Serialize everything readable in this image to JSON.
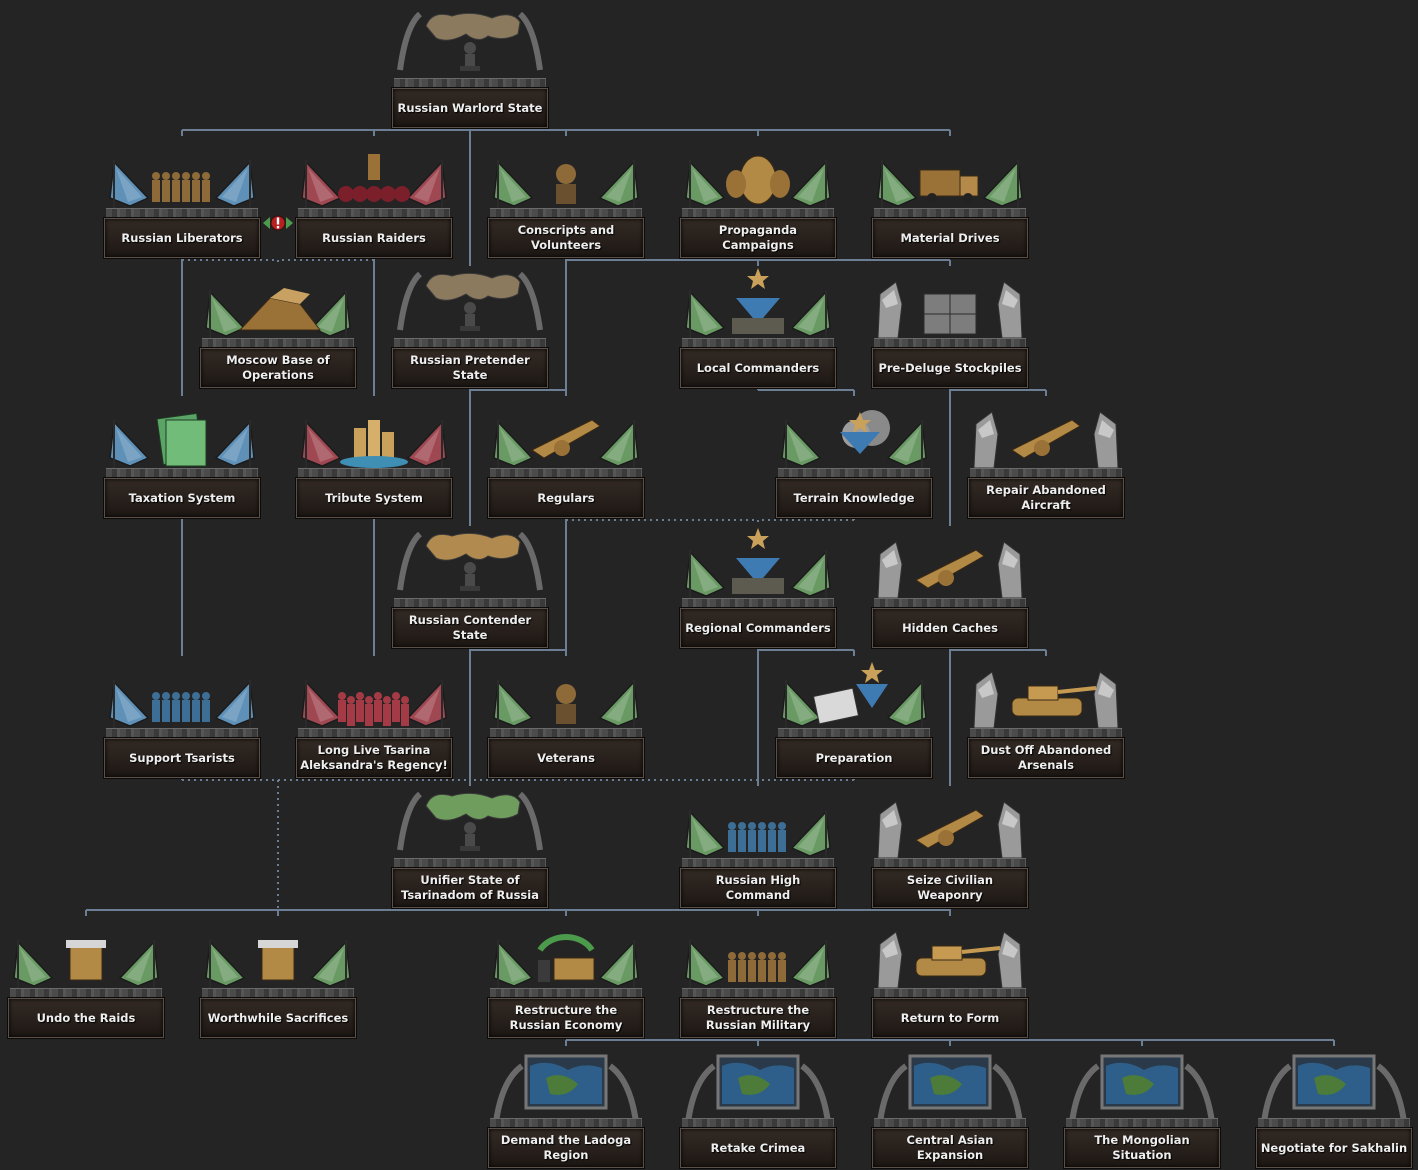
{
  "focus_tree": {
    "nodes": [
      {
        "id": "warlord",
        "label": "Russian Warlord State",
        "icon": "russia-map-sepia-icon"
      },
      {
        "id": "liberators",
        "label": "Russian Liberators",
        "icon": "soldiers-saluting-icon"
      },
      {
        "id": "raiders",
        "label": "Russian Raiders",
        "icon": "raider-skulls-icon"
      },
      {
        "id": "conscripts",
        "label": "Conscripts and Volunteers",
        "icon": "conscript-soldier-icon"
      },
      {
        "id": "propaganda",
        "label": "Propaganda Campaigns",
        "icon": "megaphone-icon"
      },
      {
        "id": "material",
        "label": "Material Drives",
        "icon": "supply-truck-icon"
      },
      {
        "id": "moscow",
        "label": "Moscow Base of Operations",
        "icon": "camp-tent-icon"
      },
      {
        "id": "pretender",
        "label": "Russian Pretender State",
        "icon": "russia-map-sepia-icon"
      },
      {
        "id": "local_cmd",
        "label": "Local Commanders",
        "icon": "commander-star-icon"
      },
      {
        "id": "stockpiles",
        "label": "Pre-Deluge Stockpiles",
        "icon": "supply-crates-icon"
      },
      {
        "id": "taxation",
        "label": "Taxation System",
        "icon": "money-bills-icon"
      },
      {
        "id": "tribute",
        "label": "Tribute System",
        "icon": "coin-stacks-icon"
      },
      {
        "id": "regulars",
        "label": "Regulars",
        "icon": "rifleman-icon"
      },
      {
        "id": "terrain",
        "label": "Terrain Knowledge",
        "icon": "forest-terrain-icon"
      },
      {
        "id": "aircraft",
        "label": "Repair Abandoned Aircraft",
        "icon": "aircraft-wrench-icon"
      },
      {
        "id": "contender",
        "label": "Russian Contender State",
        "icon": "russia-map-gold-icon"
      },
      {
        "id": "regional_cmd",
        "label": "Regional Commanders",
        "icon": "commander-stars-icon"
      },
      {
        "id": "caches",
        "label": "Hidden Caches",
        "icon": "hidden-rifle-icon"
      },
      {
        "id": "tsarists",
        "label": "Support Tsarists",
        "icon": "tsarist-soldiers-icon"
      },
      {
        "id": "tsarina",
        "label": "Long Live Tsarina Aleksandra's Regency!",
        "icon": "crowd-cheering-icon"
      },
      {
        "id": "veterans",
        "label": "Veterans",
        "icon": "veteran-soldier-icon"
      },
      {
        "id": "preparation",
        "label": "Preparation",
        "icon": "battle-plan-icon"
      },
      {
        "id": "arsenals",
        "label": "Dust Off Abandoned Arsenals",
        "icon": "tank-wrench-icon"
      },
      {
        "id": "unifier",
        "label": "Unifier State of Tsarinadom of Russia",
        "icon": "russia-map-green-icon"
      },
      {
        "id": "high_cmd",
        "label": "Russian High Command",
        "icon": "officers-group-icon"
      },
      {
        "id": "weaponry",
        "label": "Seize Civilian Weaponry",
        "icon": "pistol-hand-icon"
      },
      {
        "id": "undo_raids",
        "label": "Undo the Raids",
        "icon": "hammer-worker-icon"
      },
      {
        "id": "sacrifices",
        "label": "Worthwhile Sacrifices",
        "icon": "gold-offering-icon"
      },
      {
        "id": "economy",
        "label": "Restructure the Russian Economy",
        "icon": "factory-cycle-icon"
      },
      {
        "id": "military",
        "label": "Restructure the Russian Military",
        "icon": "military-officers-icon"
      },
      {
        "id": "return",
        "label": "Return to Form",
        "icon": "tank-icon"
      },
      {
        "id": "ladoga",
        "label": "Demand the Ladoga Region",
        "icon": "territory-map-icon"
      },
      {
        "id": "crimea",
        "label": "Retake Crimea",
        "icon": "territory-map-icon"
      },
      {
        "id": "central_asia",
        "label": "Central Asian Expansion",
        "icon": "territory-map-icon"
      },
      {
        "id": "mongolia",
        "label": "The Mongolian Situation",
        "icon": "territory-map-icon"
      },
      {
        "id": "sakhalin",
        "label": "Negotiate for Sakhalin",
        "icon": "territory-map-icon"
      }
    ],
    "mutually_exclusive": {
      "icon": "mutually-exclusive-icon",
      "between": [
        "liberators",
        "raiders"
      ]
    },
    "colors": {
      "background": "#242424",
      "line": "#6b7e93",
      "banner_blue": "#5f91b8",
      "banner_red": "#a04852",
      "banner_green": "#6a9a64",
      "label_bg": "#2b231e",
      "text": "#eeeeee",
      "gold": "#c9a15a"
    }
  }
}
